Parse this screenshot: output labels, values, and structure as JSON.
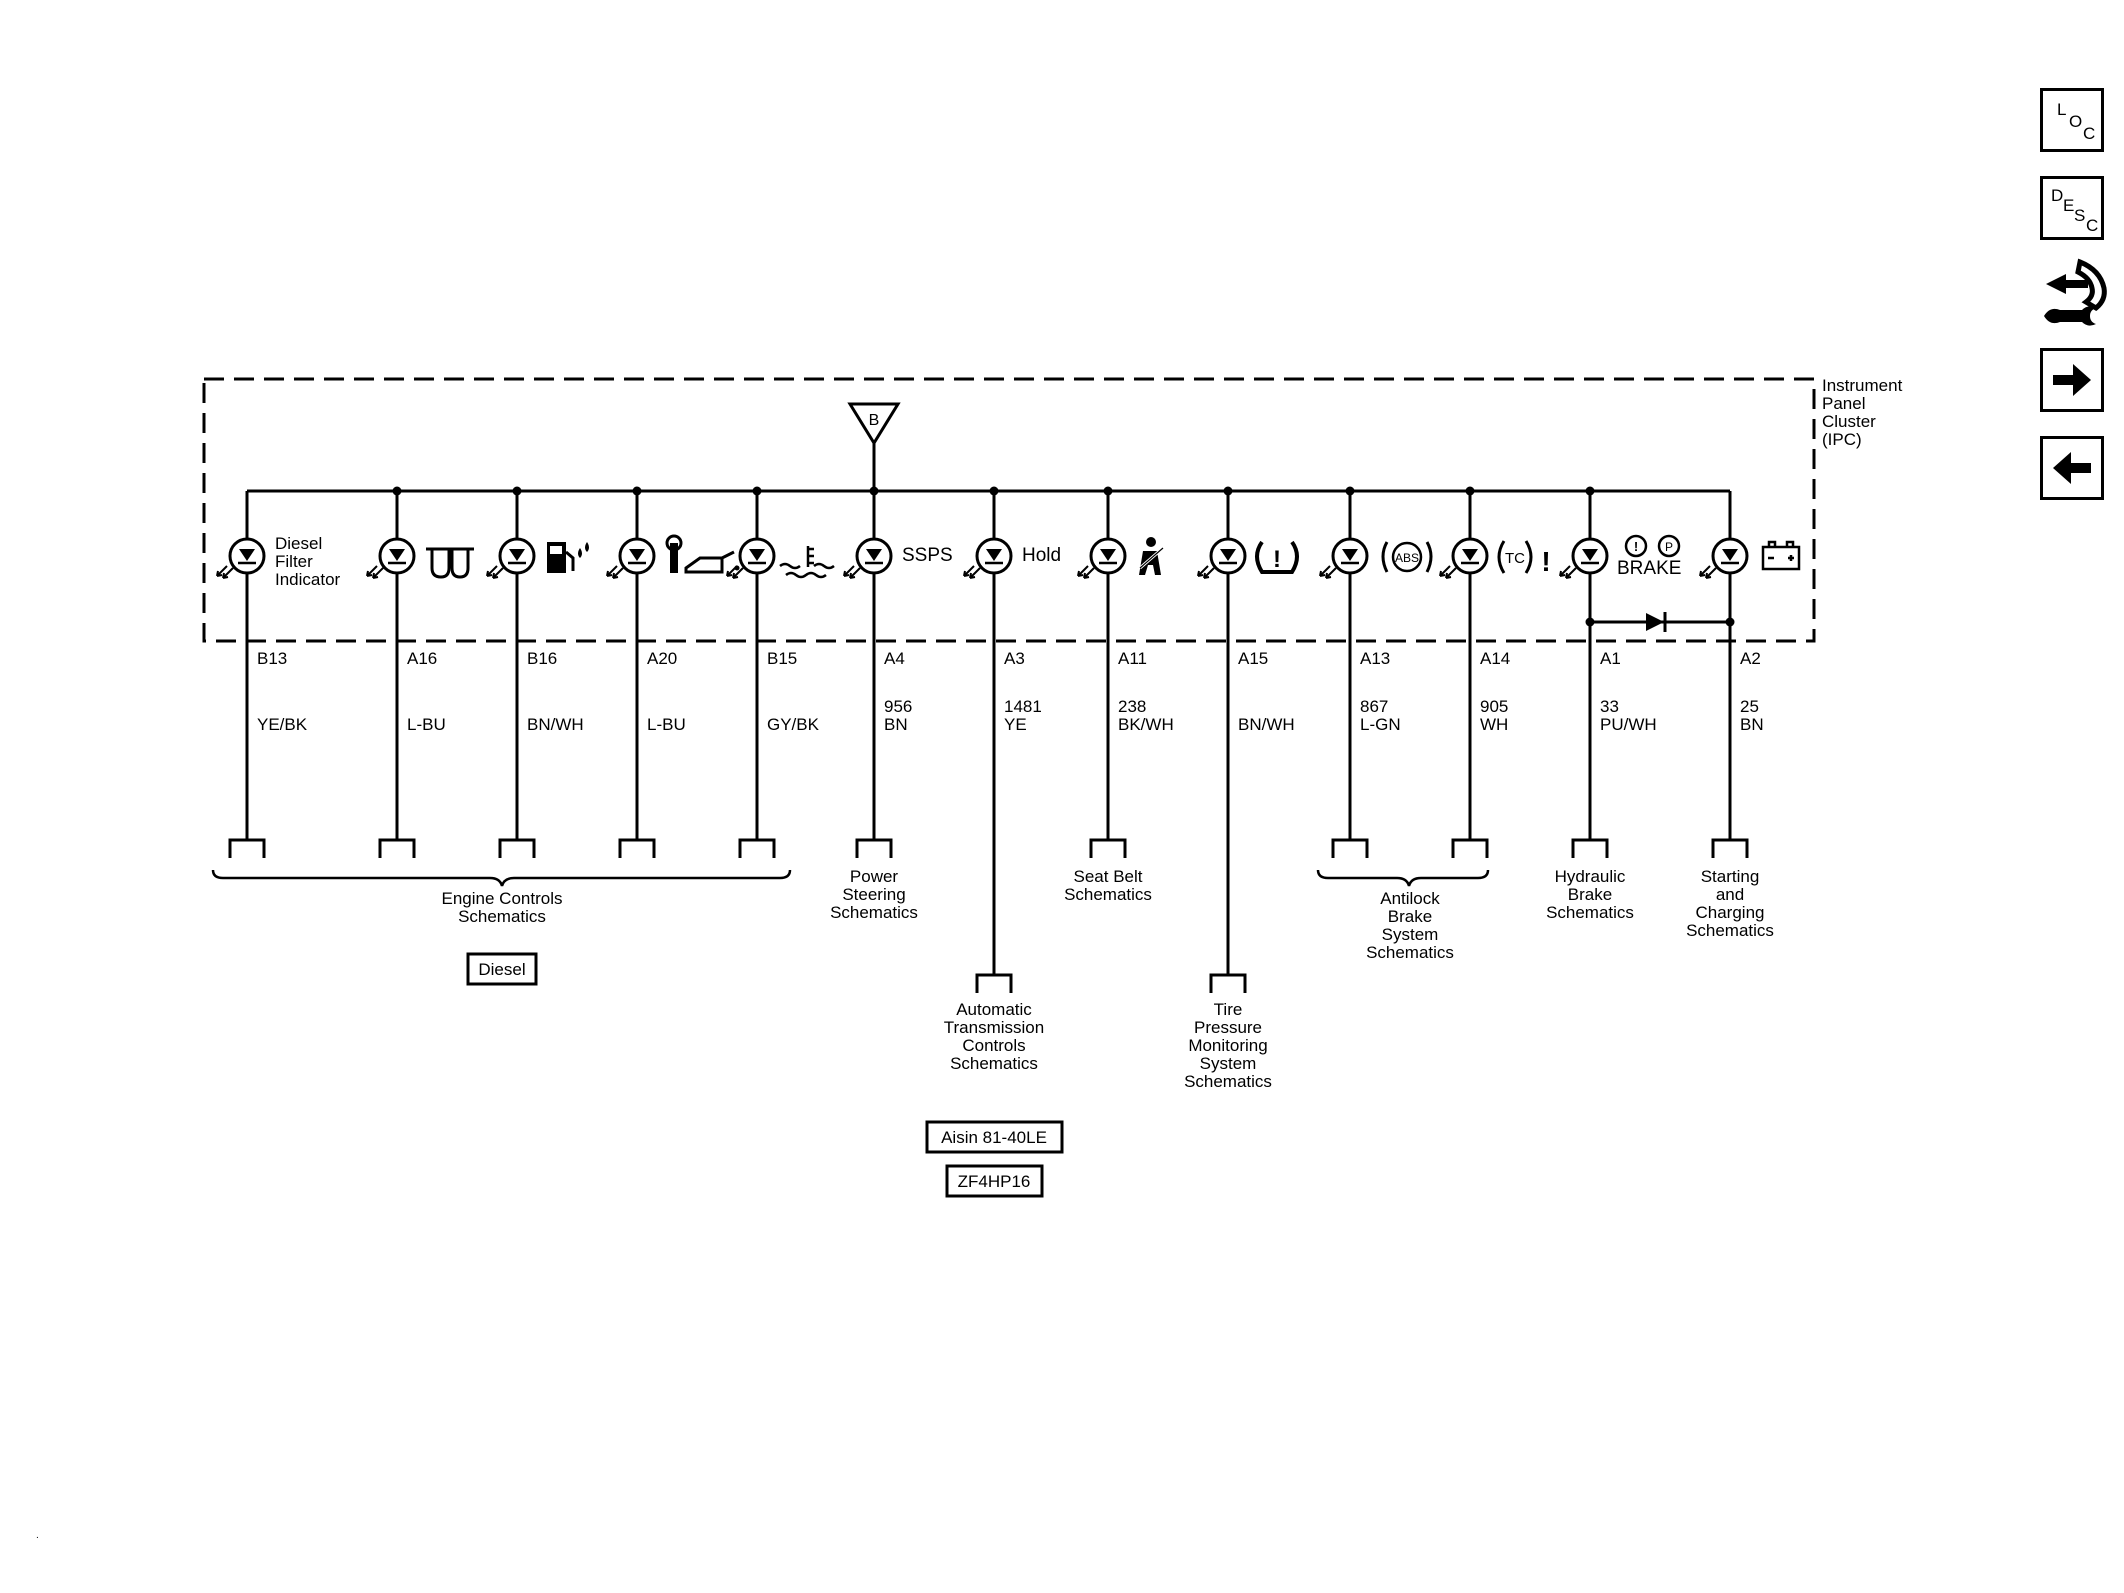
{
  "component": {
    "lines": [
      "Instrument",
      "Panel",
      "Cluster",
      "(IPC)"
    ]
  },
  "ground_label": "B",
  "circuits": [
    {
      "indicator_label": [
        "Diesel",
        "Filter",
        "Indicator"
      ],
      "icon": "diesel-filter-icon",
      "pin": "B13",
      "circuit_number": "",
      "wire_color": "YE/BK"
    },
    {
      "indicator_label": [],
      "icon": "glow-plug-icon",
      "pin": "A16",
      "circuit_number": "",
      "wire_color": "L-BU"
    },
    {
      "indicator_label": [],
      "icon": "fuel-water-icon",
      "pin": "B16",
      "circuit_number": "",
      "wire_color": "BN/WH"
    },
    {
      "indicator_label": [],
      "icon": "change-oil-icon",
      "pin": "A20",
      "circuit_number": "",
      "wire_color": "L-BU"
    },
    {
      "indicator_label": [],
      "icon": "low-coolant-icon",
      "pin": "B15",
      "circuit_number": "",
      "wire_color": "GY/BK"
    },
    {
      "indicator_label": [
        "SSPS"
      ],
      "icon": "",
      "pin": "A4",
      "circuit_number": "956",
      "wire_color": "BN"
    },
    {
      "indicator_label": [
        "Hold"
      ],
      "icon": "",
      "pin": "A3",
      "circuit_number": "1481",
      "wire_color": "YE"
    },
    {
      "indicator_label": [],
      "icon": "seat-belt-icon",
      "pin": "A11",
      "circuit_number": "238",
      "wire_color": "BK/WH"
    },
    {
      "indicator_label": [],
      "icon": "tire-pressure-icon",
      "pin": "A15",
      "circuit_number": "",
      "wire_color": "BN/WH"
    },
    {
      "indicator_label": [],
      "icon": "abs-icon",
      "pin": "A13",
      "circuit_number": "867",
      "wire_color": "L-GN"
    },
    {
      "indicator_label": [],
      "icon": "traction-control-icon",
      "pin": "A14",
      "circuit_number": "905",
      "wire_color": "WH"
    },
    {
      "indicator_label": [
        "BRAKE"
      ],
      "icon": "brake-warning-icon",
      "pin": "A1",
      "circuit_number": "33",
      "wire_color": "PU/WH"
    },
    {
      "indicator_label": [],
      "icon": "battery-icon",
      "pin": "A2",
      "circuit_number": "25",
      "wire_color": "BN"
    }
  ],
  "symbols": {
    "abs": "ABS",
    "tc": "TC",
    "brake_excl": "!",
    "brake_p": "P",
    "tc_excl": "!",
    "tire_excl": "!"
  },
  "references": {
    "engine": [
      "Engine Controls",
      "Schematics"
    ],
    "engine_tag": "Diesel",
    "power_steering": [
      "Power",
      "Steering",
      "Schematics"
    ],
    "transmission": [
      "Automatic",
      "Transmission",
      "Controls",
      "Schematics"
    ],
    "transmission_tags": [
      "Aisin 81-40LE",
      "ZF4HP16"
    ],
    "seat_belt": [
      "Seat Belt",
      "Schematics"
    ],
    "tire": [
      "Tire",
      "Pressure",
      "Monitoring",
      "System",
      "Schematics"
    ],
    "antilock": [
      "Antilock",
      "Brake",
      "System",
      "Schematics"
    ],
    "hydraulic": [
      "Hydraulic",
      "Brake",
      "Schematics"
    ],
    "starting": [
      "Starting",
      "and",
      "Charging",
      "Schematics"
    ]
  },
  "nav": {
    "loc": {
      "l1": "L",
      "l2": "O",
      "l3": "C"
    },
    "desc": {
      "l1": "D",
      "l2": "E",
      "l3": "S",
      "l4": "C"
    }
  },
  "corner_mark": "."
}
